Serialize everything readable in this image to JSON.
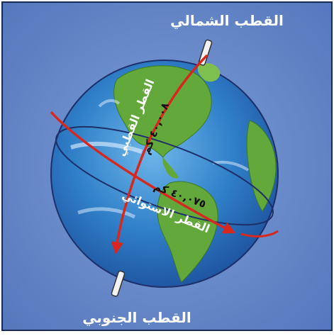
{
  "labels": {
    "north_pole": "القطب الشمالي",
    "south_pole": "القطب الجنوبي",
    "polar_diameter_label": "القطر القطبي",
    "polar_diameter_value": "٤٠,٠٠٨ كم",
    "equatorial_diameter_label": "القطر الاستوائي",
    "equatorial_diameter_value": "٤٠,٠٧٥ كم"
  },
  "colors": {
    "background": "#5f86c8",
    "ocean": "#2f7fc8",
    "land": "#62a83a",
    "arrow": "#d6281e",
    "label_text": "#ffffff",
    "value_text": "#111111"
  },
  "icons": {
    "globe": "earth-globe",
    "axis": "earth-axis"
  }
}
